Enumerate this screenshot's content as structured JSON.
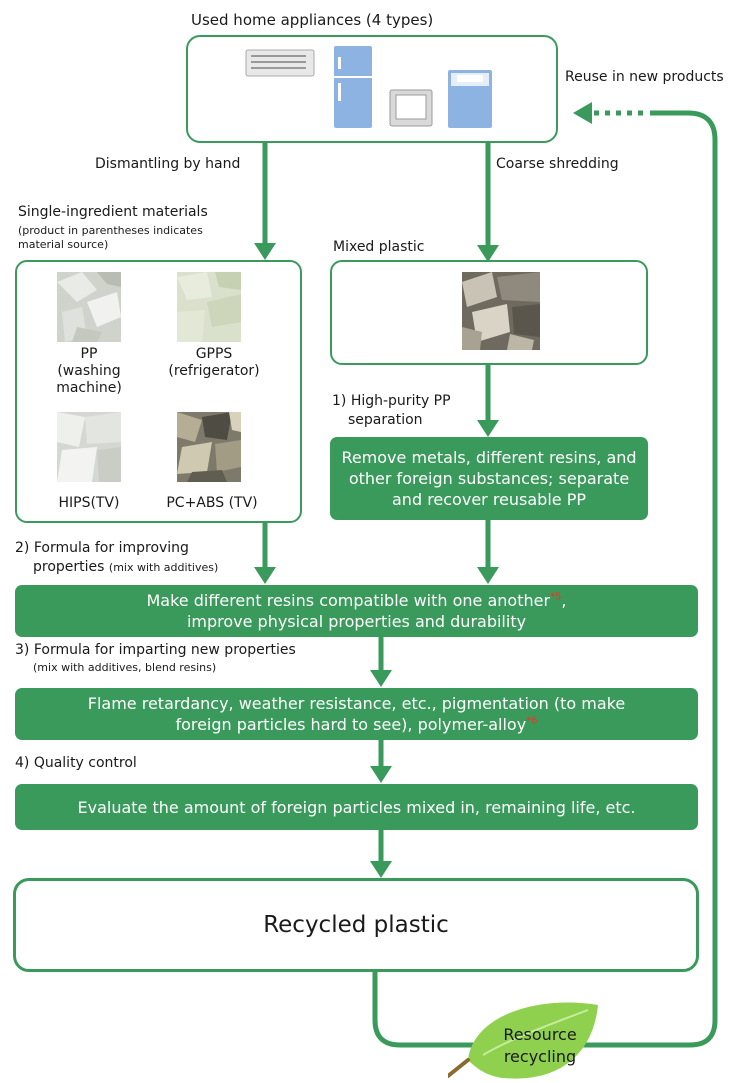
{
  "top": {
    "title": "Used home appliances (4 types)",
    "reuse_label": "Reuse in new products"
  },
  "branches": {
    "left_label": "Dismantling by hand",
    "right_label": "Coarse shredding"
  },
  "single": {
    "heading": "Single-ingredient materials",
    "note_line1": "(product in parentheses indicates",
    "note_line2": "material source)",
    "items": [
      {
        "line1": "PP",
        "line2": "(washing",
        "line3": "machine)"
      },
      {
        "line1": "GPPS",
        "line2": "(refrigerator)",
        "line3": ""
      },
      {
        "line1": "HIPS(TV)",
        "line2": "",
        "line3": ""
      },
      {
        "line1": "PC+ABS (TV)",
        "line2": "",
        "line3": ""
      }
    ]
  },
  "mixed": {
    "heading": "Mixed plastic"
  },
  "step1": {
    "label_line1": "1) High-purity PP",
    "label_line2": "separation",
    "box_line1": "Remove metals, different resins, and",
    "box_line2": "other foreign substances; separate",
    "box_line3": "and recover reusable PP"
  },
  "step2": {
    "label_line1": "2) Formula for improving",
    "label_main": "properties",
    "label_small": "(mix with additives)",
    "box_line1": "Make different resins compatible with one another",
    "box_note": "*5",
    "box_tail": ",",
    "box_line2": "improve physical properties and durability"
  },
  "step3": {
    "label_line1": "3) Formula for imparting new properties",
    "label_small": "(mix with additives, blend resins)",
    "box_line1": "Flame retardancy, weather resistance, etc., pigmentation (to make",
    "box_line2": "foreign particles hard to see), polymer-alloy",
    "box_note": "*6"
  },
  "step4": {
    "label": "4) Quality control",
    "box": "Evaluate the amount of foreign particles mixed in, remaining life, etc."
  },
  "final": {
    "label": "Recycled plastic"
  },
  "leaf": {
    "line1": "Resource",
    "line2": "recycling"
  },
  "colors": {
    "green": "#3a9a5c",
    "note_red": "#e03a2a",
    "appliance_blue": "#8db3e2"
  }
}
